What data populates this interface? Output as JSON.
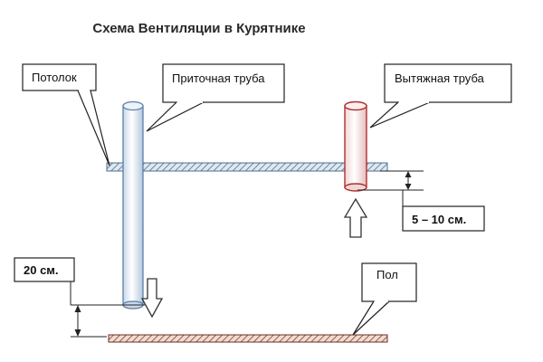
{
  "diagram": {
    "title": "Схема Вентиляции в Курятнике",
    "labels": {
      "ceiling": "Потолок",
      "supply_pipe": "Приточная труба",
      "exhaust_pipe": "Вытяжная труба",
      "floor": "Пол"
    },
    "dimensions": {
      "supply_gap": "20 см.",
      "exhaust_gap": "5 – 10 см."
    },
    "colors": {
      "supply_pipe": "#5a7fa8",
      "exhaust_pipe": "#b03030",
      "ceiling_hatch": "#4e6f8e",
      "floor_hatch": "#8a3a2a"
    }
  }
}
